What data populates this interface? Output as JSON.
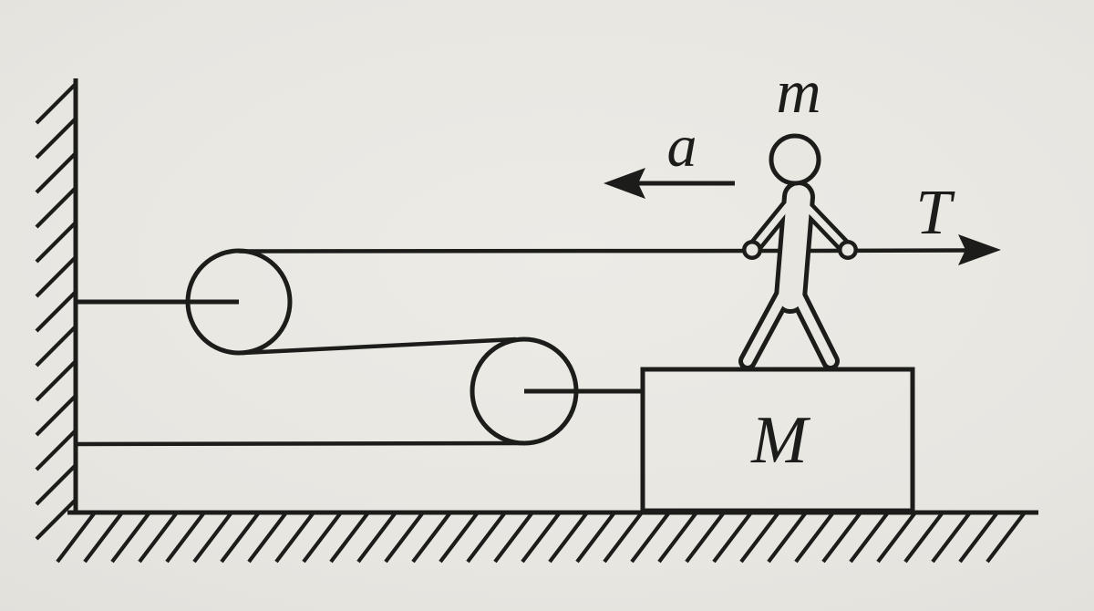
{
  "colors": {
    "paper": "#e9e7e2",
    "ink": "#1c1c1a"
  },
  "labels": {
    "person_mass": "m",
    "acceleration": "a",
    "tension": "T",
    "block_mass": "M"
  }
}
